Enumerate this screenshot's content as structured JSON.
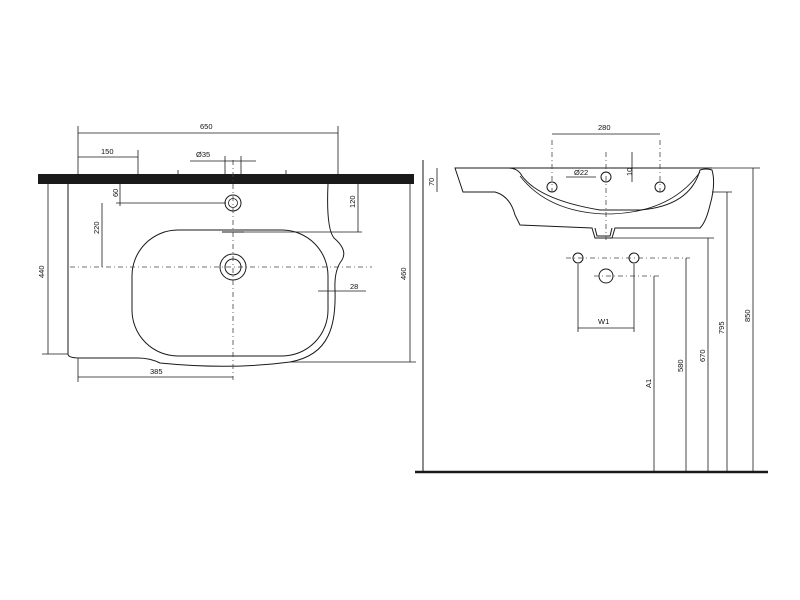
{
  "top_view": {
    "overall_width": "650",
    "offset_left": "150",
    "hole_diameter": "Ø35",
    "depth_total": "440",
    "depth_outer": "460",
    "hole_from_edge": "60",
    "hole_to_bowl_center": "220",
    "right_offset": "120",
    "side_margin": "28",
    "bottom_center": "385"
  },
  "side_view": {
    "hole_spacing": "280",
    "center_hole": "Ø22",
    "hole_offset": "10",
    "rim_height": "70",
    "supply_spacing": "W1",
    "floor_A1": "A1",
    "h_580": "580",
    "h_670": "670",
    "h_795": "795",
    "h_850": "850"
  }
}
